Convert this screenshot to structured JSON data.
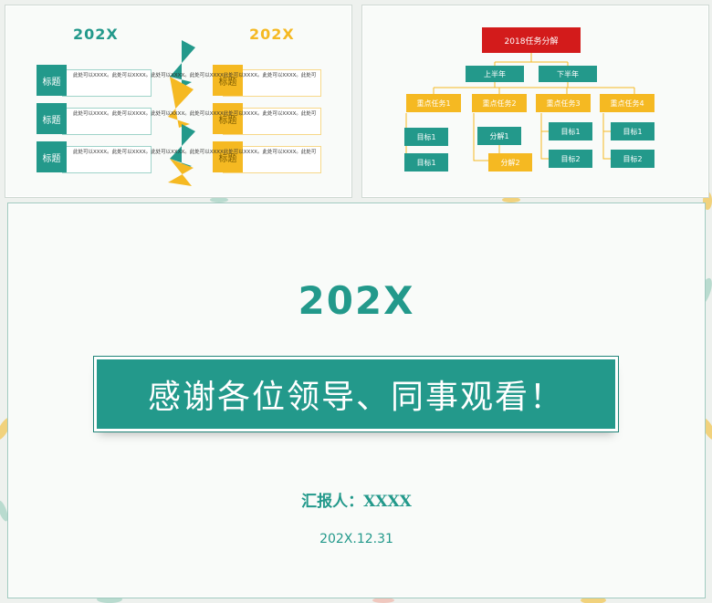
{
  "colors": {
    "teal": "#23998b",
    "yellow": "#f5b922",
    "red": "#d31b1b",
    "background": "#f9fbf9"
  },
  "slide1": {
    "title_left": "202X",
    "title_right": "202X",
    "rows": [
      {
        "label": "标题",
        "text": "此处可以XXXX。此处可以XXXX。此处可以XXXX。此处可以XXXX此处可以XXXX。此处可以XXXX。此处可"
      },
      {
        "label": "标题",
        "text": "此处可以XXXX。此处可以XXXX。此处可以XXXX。此处可以XXXX此处可以XXXX。此处可以XXXX。此处可"
      },
      {
        "label": "标题",
        "text": "此处可以XXXX。此处可以XXXX。此处可以XXXX。此处可以XXXX此处可以XXXX。此处可以XXXX。此处可"
      }
    ],
    "right_labels": [
      "标题",
      "标题",
      "标题"
    ]
  },
  "slide2": {
    "root": "2018任务分解",
    "halves": [
      "上半年",
      "下半年"
    ],
    "tasks": [
      "重点任务1",
      "重点任务2",
      "重点任务3",
      "重点任务4"
    ],
    "task1_children": [
      "目标1",
      "目标1"
    ],
    "task2_children": [
      "分解1",
      "分解2"
    ],
    "task3_children": [
      "目标1",
      "目标2"
    ],
    "task4_children": [
      "目标1",
      "目标2"
    ]
  },
  "slide3": {
    "year": "202X",
    "thanks": "感谢各位领导、同事观看！",
    "reporter": "汇报人：XXXX",
    "date": "202X.12.31"
  }
}
